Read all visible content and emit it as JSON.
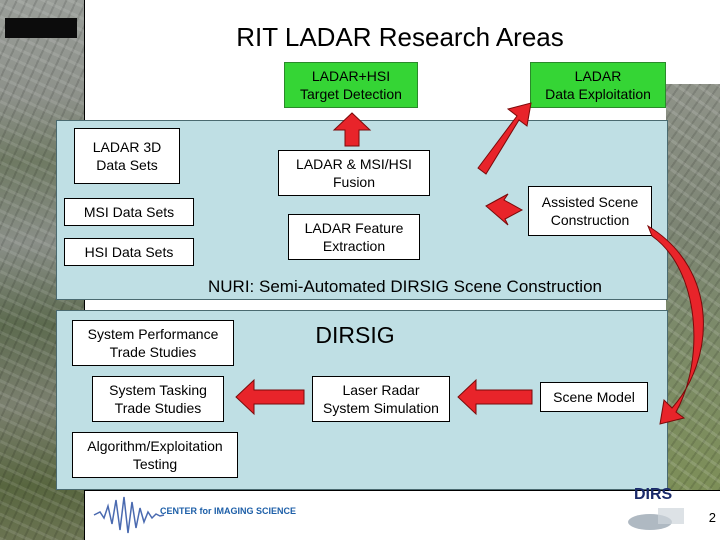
{
  "slide": {
    "title": "RIT LADAR Research Areas",
    "subtitle": "NURI: Semi-Automated DIRSIG Scene Construction",
    "dirsig_label": "DIRSIG",
    "page_number": "2"
  },
  "top_boxes": {
    "target_detection": [
      "LADAR+HSI",
      "Target Detection"
    ],
    "data_exploitation": [
      "LADAR",
      "Data Exploitation"
    ]
  },
  "upper_panel": {
    "ladar_3d": [
      "LADAR 3D",
      "Data Sets"
    ],
    "msi": "MSI Data Sets",
    "hsi": "HSI Data Sets",
    "fusion": [
      "LADAR & MSI/HSI",
      "Fusion"
    ],
    "feature_extraction": [
      "LADAR Feature",
      "Extraction"
    ],
    "assisted_scene": [
      "Assisted Scene",
      "Construction"
    ]
  },
  "lower_panel": {
    "system_performance": [
      "System Performance",
      "Trade Studies"
    ],
    "system_tasking": [
      "System Tasking",
      "Trade Studies"
    ],
    "laser_radar": [
      "Laser Radar",
      "System Simulation"
    ],
    "scene_model": "Scene Model",
    "algorithm": [
      "Algorithm/Exploitation",
      "Testing"
    ]
  },
  "logos": {
    "center_text": "CENTER for IMAGING SCIENCE",
    "dirs": "DIRS"
  },
  "colors": {
    "panel": "#bfdfe4",
    "green_box": "#35d535",
    "arrow_red": "#e8242a"
  }
}
